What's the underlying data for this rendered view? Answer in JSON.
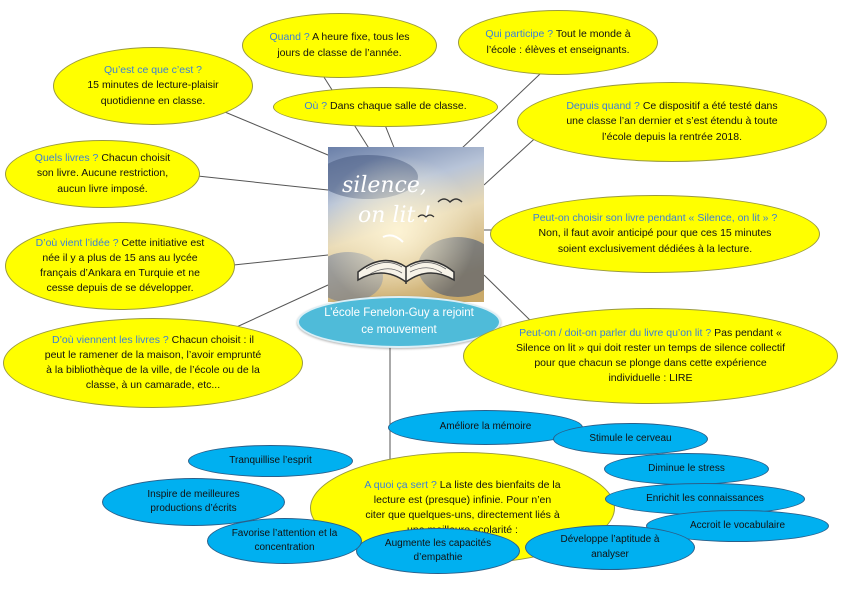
{
  "center": {
    "image_text": "silence, on lit !",
    "label": "L’école Fenelon-Guy a rejoint ce mouvement"
  },
  "bubbles": [
    {
      "q": "Qu’est ce que c’est ?",
      "t": "15 minutes de lecture-plaisir quotidienne en classe."
    },
    {
      "q": "Quand ?",
      "t": "A heure fixe, tous les jours de classe de l’année."
    },
    {
      "q": "Qui participe ?",
      "t": "Tout le monde à l’école : élèves et enseignants."
    },
    {
      "q": "Où ?",
      "t": "Dans chaque salle de classe."
    },
    {
      "q": "Depuis quand ?",
      "t": "Ce dispositif a été testé dans une classe l’an dernier et s’est étendu à toute l’école depuis la rentrée 2018."
    },
    {
      "q": "Quels livres ?",
      "t": "Chacun choisit son livre. Aucune restriction, aucun livre imposé."
    },
    {
      "q": "Peut-on choisir son livre pendant « Silence, on lit » ?",
      "t": "Non, il faut avoir anticipé pour que ces 15 minutes soient exclusivement dédiées à la lecture."
    },
    {
      "q": "D’où vient l’idée ?",
      "t": "Cette initiative est née il y a plus de 15 ans au lycée français d’Ankara en Turquie et ne cesse depuis de se développer."
    },
    {
      "q": "D’où viennent les livres ?",
      "t": "Chacun choisit : il peut le ramener de la maison, l’avoir emprunté à la bibliothèque de la ville, de l’école ou de la classe, à un camarade, etc..."
    },
    {
      "q": "Peut-on / doit-on parler du livre qu’on lit ?",
      "t": "Pas pendant « Silence on lit » qui doit rester un temps de silence collectif pour que chacun se plonge dans cette expérience individuelle : LIRE"
    },
    {
      "q": "A quoi ça sert ?",
      "t": "La liste des bienfaits de la lecture est (presque) infinie. Pour n’en citer que quelques-uns, directement liés à une meilleure scolarité :"
    }
  ],
  "benefits": [
    "Améliore la mémoire",
    "Stimule le cerveau",
    "Diminue le stress",
    "Enrichit les connaissances",
    "Accroit le vocabulaire",
    "Développe l’aptitude à analyser",
    "Augmente les capacités d’empathie",
    "Favorise l’attention et la concentration",
    "Inspire de meilleures productions d’écrits",
    "Tranquillise l’esprit"
  ]
}
